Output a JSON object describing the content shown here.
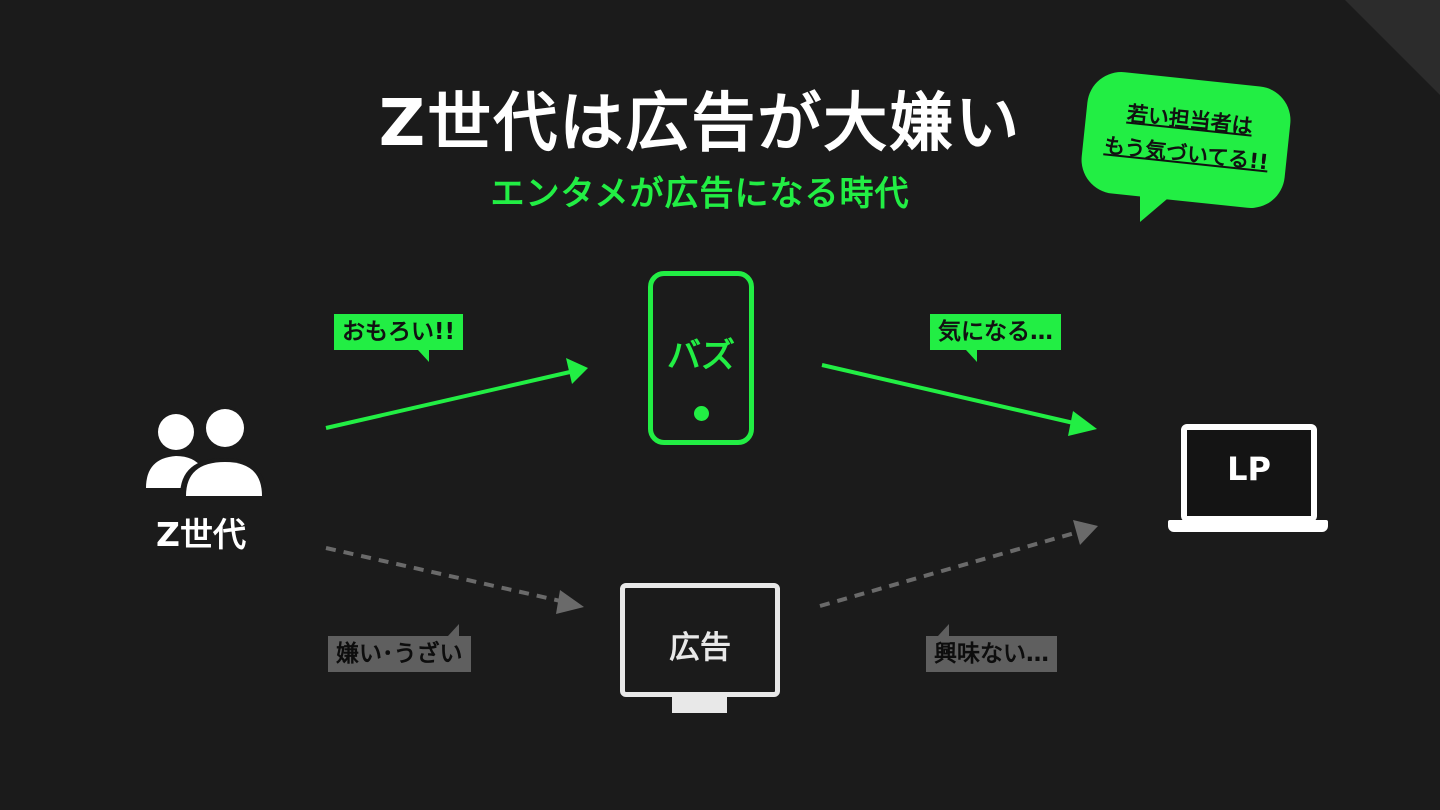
{
  "title": "Z世代は広告が大嫌い",
  "subtitle": "エンタメが広告になる時代",
  "callout": {
    "line1": "若い担当者は",
    "line2": "もう気づいてる!!"
  },
  "nodes": {
    "people": "Z世代",
    "phone": "バズ",
    "ad": "広告",
    "laptop": "LP"
  },
  "edge_labels": {
    "people_to_phone": "おもろい!!",
    "phone_to_lp": "気になる…",
    "people_to_ad": "嫌い･うざい",
    "ad_to_lp": "興味ない…"
  },
  "colors": {
    "accent": "#22ee44",
    "background": "#1b1b1b",
    "muted": "#5f5f5f"
  }
}
